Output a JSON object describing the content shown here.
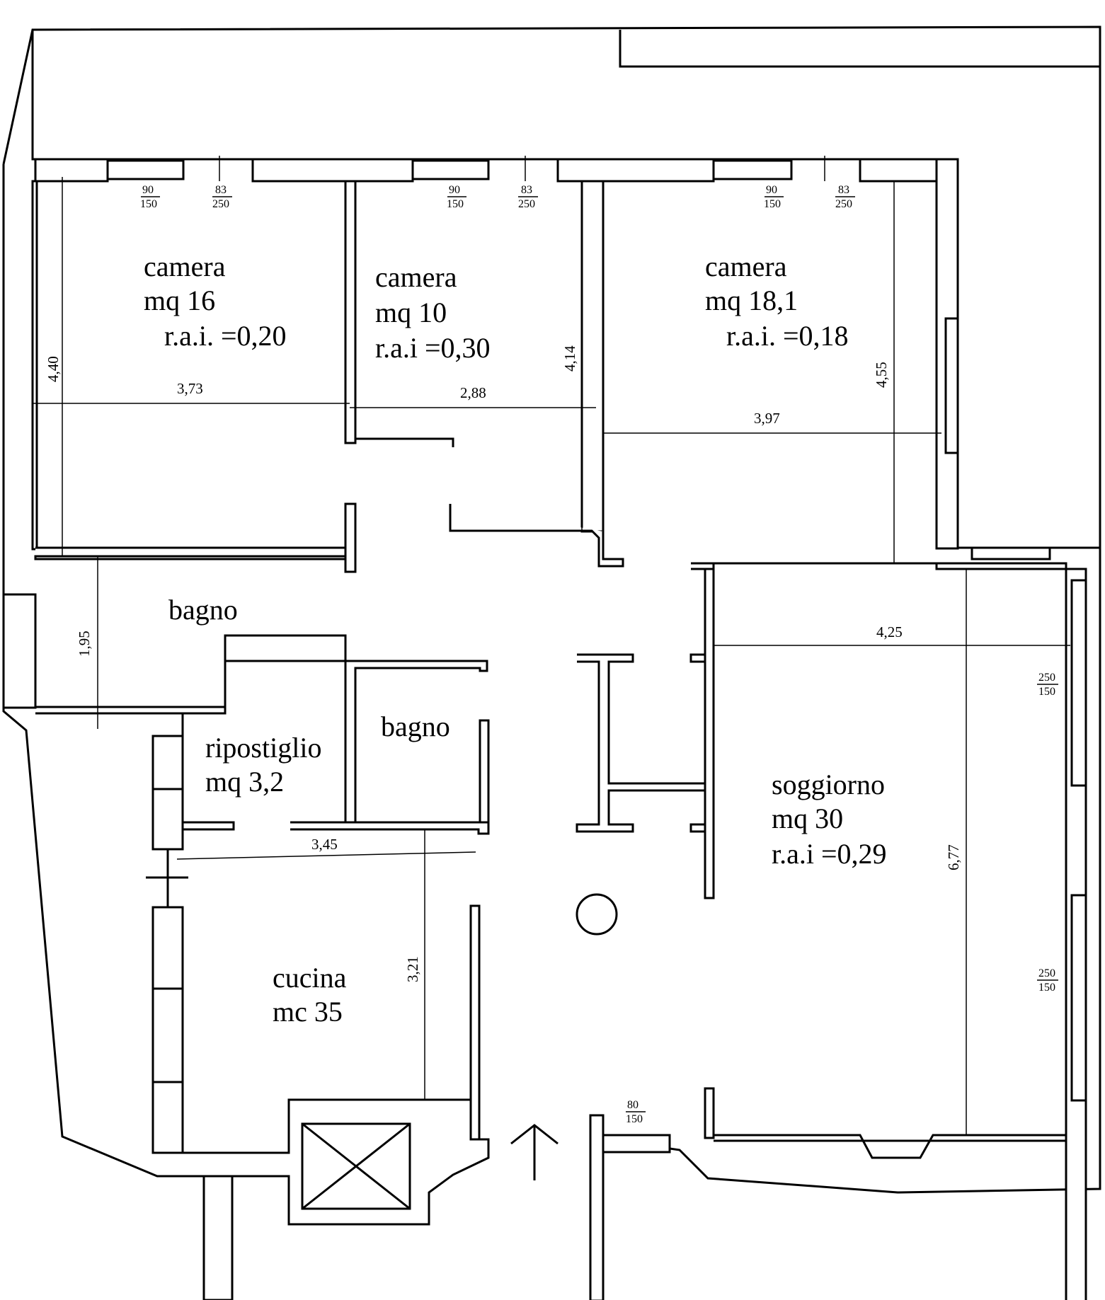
{
  "rooms": [
    {
      "id": "camera-1",
      "name": "camera",
      "area": "mq 16",
      "rai": "r.a.i. =0,20"
    },
    {
      "id": "camera-2",
      "name": "camera",
      "area": "mq 10",
      "rai": "r.a.i =0,30"
    },
    {
      "id": "camera-3",
      "name": "camera",
      "area": "mq 18,1",
      "rai": "r.a.i. =0,18"
    },
    {
      "id": "bagno-1",
      "name": "bagno"
    },
    {
      "id": "bagno-2",
      "name": "bagno"
    },
    {
      "id": "ripostiglio",
      "name": "ripostiglio",
      "area": "mq 3,2"
    },
    {
      "id": "soggiorno",
      "name": "soggiorno",
      "area": "mq 30",
      "rai": "r.a.i =0,29"
    },
    {
      "id": "cucina",
      "name": "cucina",
      "area": "mc 35"
    }
  ],
  "dimensions": {
    "camera1_height": "4,40",
    "camera1_width": "3,73",
    "camera2_width": "2,88",
    "camera2_height": "4,14",
    "camera3_width": "3,97",
    "camera3_height": "4,55",
    "bagno_height": "1,95",
    "soggiorno_width": "4,25",
    "soggiorno_height": "6,77",
    "cucina_width": "3,45",
    "cucina_height": "3,21"
  },
  "openings": {
    "window_90_150": {
      "num": "90",
      "den": "150"
    },
    "door_83_250": {
      "num": "83",
      "den": "250"
    },
    "window_250_150": {
      "num": "250",
      "den": "150"
    },
    "door_80_150": {
      "num": "80",
      "den": "150"
    }
  }
}
